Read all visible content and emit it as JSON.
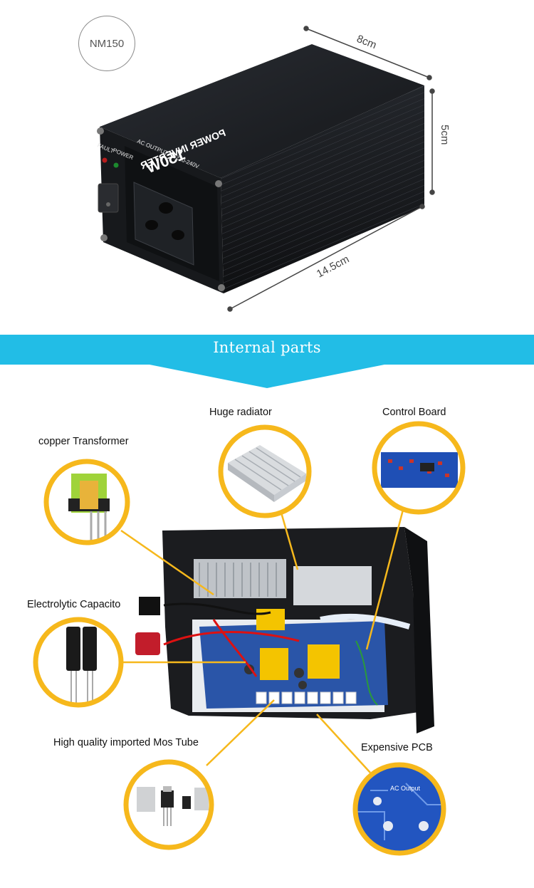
{
  "product": {
    "model": "NM150",
    "front_labels": {
      "fault": "FAULT",
      "power": "POWER",
      "ac_output": "AC OUTPUT AC220-240V",
      "brand_line": "POWER INVERTER",
      "wattage": "150W"
    },
    "dimensions": {
      "length": "14.5cm",
      "width": "8cm",
      "height": "5cm"
    }
  },
  "section": {
    "title": "Internal parts"
  },
  "parts": [
    {
      "label": "copper  Transformer"
    },
    {
      "label": "Huge radiator"
    },
    {
      "label": "Control Board"
    },
    {
      "label": "Electrolytic Capacito"
    },
    {
      "label": "High quality imported Mos Tube"
    },
    {
      "label": "Expensive PCB"
    }
  ],
  "pcb_text": "AC Output",
  "colors": {
    "banner": "#22bde6",
    "callout_ring": "#f6b81c",
    "inverter_body": "#1b1d21",
    "pcb_blue": "#1f4fb5"
  }
}
